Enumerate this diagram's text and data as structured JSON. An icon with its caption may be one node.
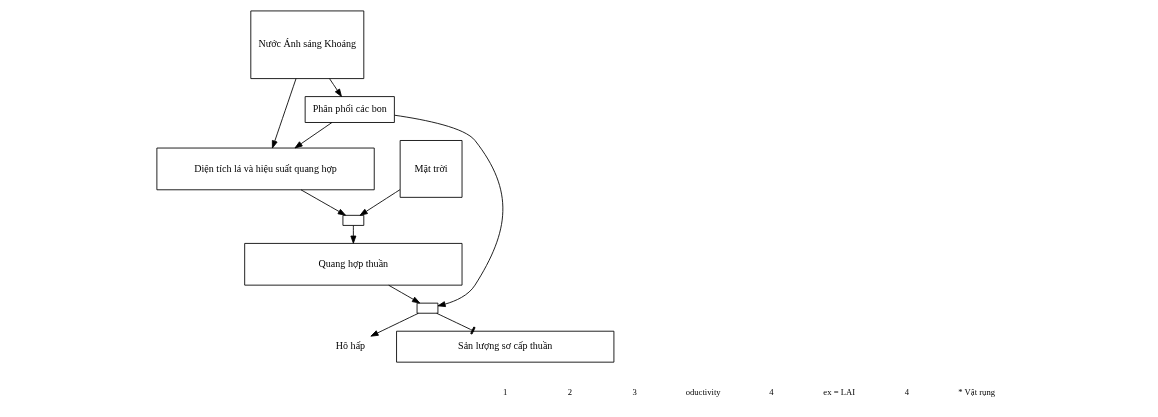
{
  "diagram": {
    "nodes": [
      {
        "text": [
          "Diện tích lá và hiệu suất quang hợp"
        ]
      },
      {
        "text": [
          "Nước Ánh sáng Khoáng"
        ]
      },
      {
        "text": [
          "Mặt trời"
        ]
      },
      {
        "text": [],
        "shape": "box"
      },
      {
        "text": [
          "Quang hợp thuần"
        ]
      },
      {
        "text": [],
        "shape": "box"
      },
      {
        "text": [
          "Hô hấp"
        ]
      },
      {
        "text": [
          "Phân phối các bon"
        ]
      },
      {
        "text": [
          "Sản lượng sơ cấp thuần"
        ]
      }
    ],
    "edges": [
      {
        "from": 1,
        "to": 0,
        "arrow": "to"
      },
      {
        "from": 7,
        "to": 0,
        "arrow": "to"
      },
      {
        "from": 0,
        "to": 3,
        "arrow": "to"
      },
      {
        "from": 2,
        "to": 3,
        "arrow": "to"
      },
      {
        "from": 3,
        "to": 4,
        "arrow": "to"
      },
      {
        "from": 4,
        "to": 5,
        "arrow": "to"
      },
      {
        "from": 7,
        "to": 5,
        "arrow": "to"
      },
      {
        "from": 5,
        "to": 6,
        "arrow": "to"
      },
      {
        "from": 5,
        "to": 8,
        "arrow": "other"
      },
      {
        "from": 1,
        "to": 7,
        "arrow": "to"
      }
    ],
    "labels": [
      "1",
      "2",
      "3",
      "oductivity",
      "4",
      "ex = LAI",
      "4",
      "* Vật rụng"
    ]
  }
}
